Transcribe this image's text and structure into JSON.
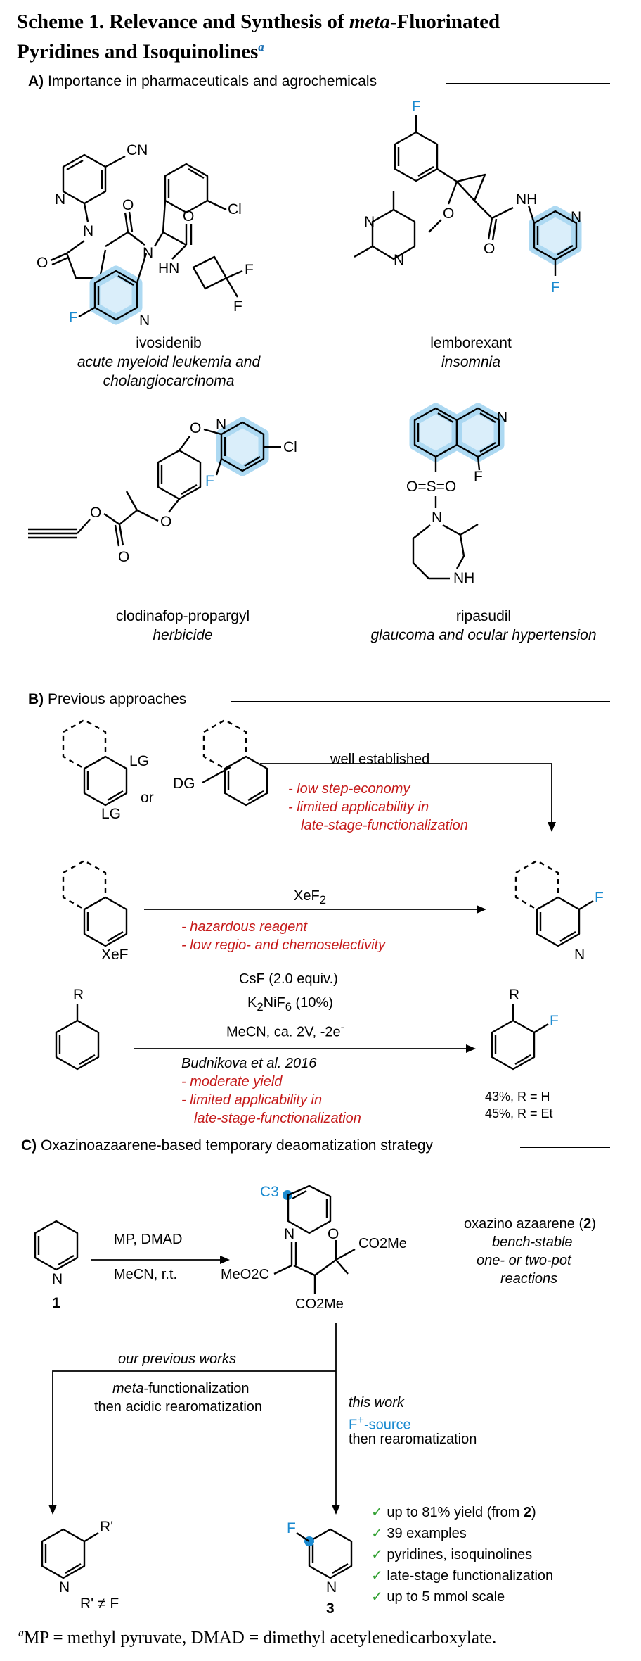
{
  "title": {
    "line1_prefix": "Scheme 1. Relevance and Synthesis of ",
    "line1_italic": "meta",
    "line1_suffix": "-Fluorinated",
    "line2": "Pyridines and Isoquinolines",
    "sup": "a"
  },
  "sectionA": {
    "letter": "A)",
    "heading": "Importance in pharmaceuticals and agrochemicals",
    "drugs": [
      {
        "name": "ivosidenib",
        "use": "acute myeloid leukemia and cholangiocarcinoma"
      },
      {
        "name": "lemborexant",
        "use": "insomnia"
      },
      {
        "name": "clodinafop-propargyl",
        "use": "herbicide"
      },
      {
        "name": "ripasudil",
        "use": "glaucoma and ocular hypertension"
      }
    ],
    "atoms": {
      "cn": "CN",
      "cl": "Cl",
      "n": "N",
      "o": "O",
      "f": "F",
      "hn": "HN",
      "nh": "NH",
      "s": "S",
      "os": "O=S=O"
    }
  },
  "sectionB": {
    "letter": "B)",
    "heading": "Previous approaches",
    "lg": "LG",
    "or": "or",
    "dg": "DG",
    "route1": {
      "label": "well established",
      "cons": [
        "- low step-economy",
        "- limited applicability in",
        "late-stage-functionalization"
      ]
    },
    "route2": {
      "reagent": "XeF",
      "reagent_sub": "2",
      "cons": [
        "- hazardous reagent",
        "- low regio- and chemoselectivity"
      ]
    },
    "route3": {
      "cond1": "CsF (2.0 equiv.)",
      "cond2_a": "K",
      "cond2_sub1": "2",
      "cond2_b": "NiF",
      "cond2_sub2": "6",
      "cond2_c": " (10%)",
      "cond3": "MeCN, ca. 2V, -2e",
      "cond3_sup": "-",
      "ref": "Budnikova et al. 2016",
      "cons": [
        "- moderate yield",
        "- limited applicability in",
        "late-stage-functionalization"
      ],
      "yields": [
        "43%, R = H",
        "45%, R = Et"
      ],
      "r": "R"
    }
  },
  "sectionC": {
    "letter": "C)",
    "heading": "Oxazinoazaarene-based temporary deaomatization strategy",
    "cond_top": "MP, DMAD",
    "cond_bottom": "MeCN, r.t.",
    "compound1": "1",
    "c3": "C3",
    "co2me": "CO2Me",
    "meo2c": "MeO2C",
    "oxazino": {
      "line1": "oxazino azaarene (",
      "num": "2",
      "line1_end": ")",
      "line2": "bench-stable",
      "line3": "one- or two-pot",
      "line4": "reactions"
    },
    "prev": "our previous works",
    "meta_line1_it": "meta",
    "meta_line1": "-functionalization",
    "meta_line2": "then acidic rearomatization",
    "this_work": "this work",
    "fsource": "F",
    "fsource_sup": "+",
    "fsource_end": "-source",
    "rearom": "then rearomatization",
    "rprime": "R'",
    "rprime_ne": "R' ≠ F",
    "compound3": "3",
    "checks": [
      {
        "pre": "up to 81% yield (from ",
        "bold": "2",
        "post": ")"
      },
      {
        "pre": "39 examples",
        "bold": "",
        "post": ""
      },
      {
        "pre": "pyridines, isoquinolines",
        "bold": "",
        "post": ""
      },
      {
        "pre": "late-stage functionalization",
        "bold": "",
        "post": ""
      },
      {
        "pre": "up to 5 mmol scale",
        "bold": "",
        "post": ""
      }
    ],
    "checkmark": "✓"
  },
  "footnote": {
    "sup": "a",
    "text": "MP = methyl pyruvate, DMAD = dimethyl acetylenedicarboxylate."
  },
  "colors": {
    "fluorine": "#1a8ad0",
    "red_text": "#c51a1a",
    "highlight": "#d9eefa",
    "check": "#34a234"
  }
}
